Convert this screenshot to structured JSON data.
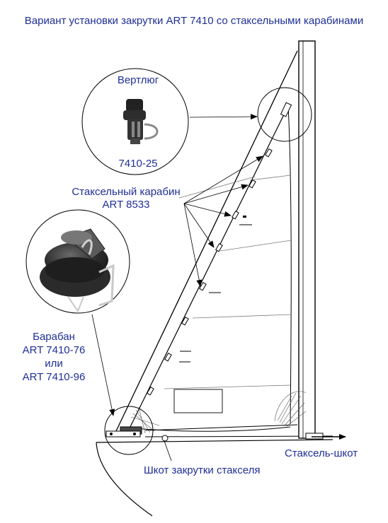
{
  "title": "Вариант установки закрутки ART 7410 со стаксельными карабинами",
  "swivel": {
    "name": "Вертлюг",
    "code": "7410-25"
  },
  "snap": {
    "name": "Стаксельный карабин",
    "code": "ART 8533"
  },
  "drum": {
    "name": "Барабан",
    "code1": "ART 7410-76",
    "or": "или",
    "code2": "ART 7410-96"
  },
  "sheet": {
    "label": "Стаксель-шкот"
  },
  "furling_line": {
    "label": "Шкот закрутки стакселя"
  },
  "colors": {
    "label_text": "#1f2f96",
    "line": "#000000",
    "sail_lines": "#7a7a7a",
    "part_dark": "#3a3a3a"
  },
  "icons": [
    "swivel-icon",
    "snap-shackle-icon",
    "furling-drum-icon",
    "arrow-icon"
  ]
}
